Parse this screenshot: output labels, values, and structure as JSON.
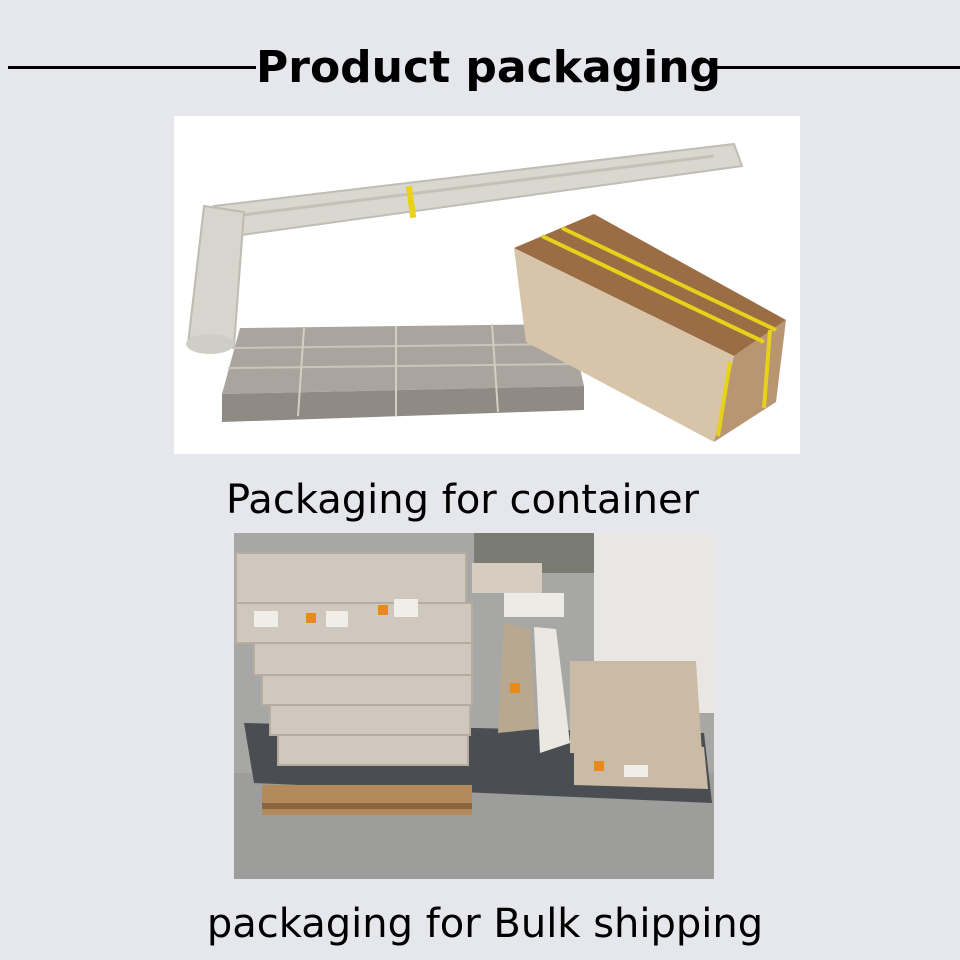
{
  "header": {
    "title": "Product packaging"
  },
  "sections": [
    {
      "caption": "Packaging for container"
    },
    {
      "caption": "packaging for  Bulk shipping"
    }
  ]
}
